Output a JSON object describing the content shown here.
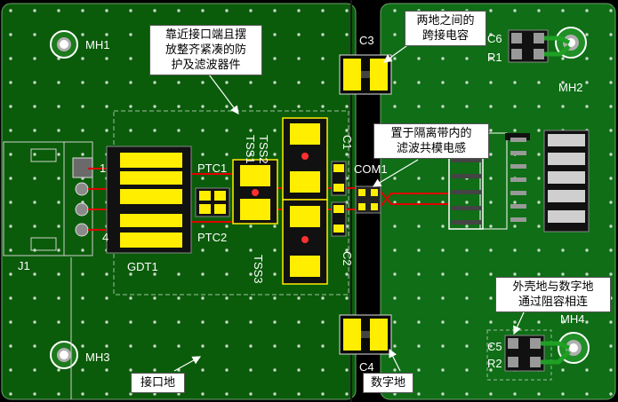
{
  "labels": {
    "mh1": "MH1",
    "mh2": "MH2",
    "mh3": "MH3",
    "mh4": "MH4",
    "c1": "C1",
    "c2": "C2",
    "c3": "C3",
    "c4": "C4",
    "c5": "C5",
    "c6": "C6",
    "r1": "R1",
    "r2": "R2",
    "ptc1": "PTC1",
    "ptc2": "PTC2",
    "tss1": "TSS1",
    "tss2": "TSS2",
    "tss3": "TSS3",
    "com1": "COM1",
    "gdt1": "GDT1",
    "j1": "J1",
    "pin1": "1",
    "pin4": "4"
  },
  "callouts": {
    "protection": "靠近接口端且摆\n放整齐紧凑的防\n护及滤波器件",
    "bridge_cap": "两地之间的\n跨接电容",
    "common_mode": "置于隔离带内的\n滤波共模电感",
    "shell_ground": "外壳地与数字地\n通过阻容相连",
    "interface_ground": "接口地",
    "digital_ground": "数字地"
  },
  "colors": {
    "interface_copper": "#0a5c0a",
    "digital_copper": "#0f6e16",
    "isolation_gap": "#000000",
    "pad": "#ffee00",
    "trace": "#e00000",
    "silkscreen": "#ffffff"
  }
}
